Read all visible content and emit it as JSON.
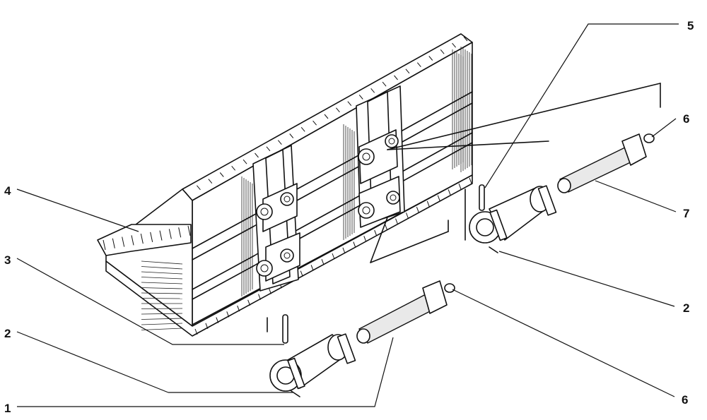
{
  "callouts": [
    {
      "id": "c5",
      "label": "5"
    },
    {
      "id": "c6a",
      "label": "6"
    },
    {
      "id": "c4",
      "label": "4"
    },
    {
      "id": "c7",
      "label": "7"
    },
    {
      "id": "c3",
      "label": "3"
    },
    {
      "id": "c2a",
      "label": "2"
    },
    {
      "id": "c2b",
      "label": "2"
    },
    {
      "id": "c1",
      "label": "1"
    },
    {
      "id": "c6b",
      "label": "6"
    }
  ]
}
